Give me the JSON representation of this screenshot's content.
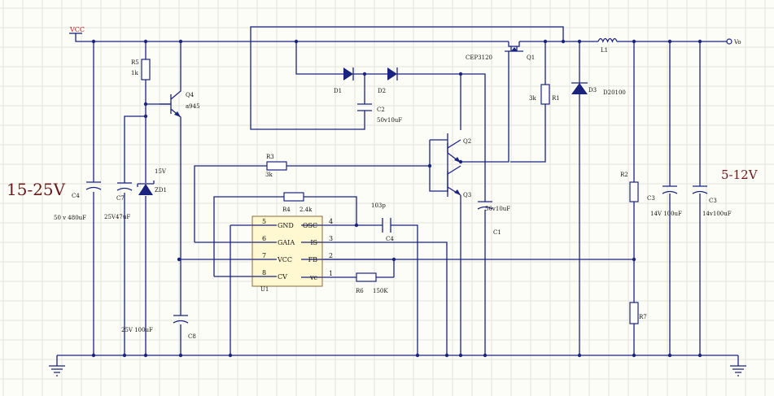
{
  "labels": {
    "vcc": "VCC",
    "vo": "Vo",
    "input_range": "15-25V",
    "output_range": "5-12V",
    "r5": "R5",
    "r5_val": "1k",
    "q4": "Q4",
    "q4_part": "a945",
    "zd1": "ZD1",
    "zd1_val": "15V",
    "c4": "C4",
    "c4_val": "50 v 480uF",
    "c7": "C7",
    "c7_val": "25V47uF",
    "c8": "C8",
    "c8_val": "25V 100uF",
    "d1": "D1",
    "d2": "D2",
    "c2": "C2",
    "c2_val": "50v10uF",
    "q1": "Q1",
    "q1_part": "CEP3120",
    "l1": "L1",
    "d3": "D3",
    "d3_part": "D20100",
    "r1": "R1",
    "r1_val": "3k",
    "q2": "Q2",
    "q3": "Q3",
    "r3": "R3",
    "r3_val": "3k",
    "r4": "R4",
    "r4_val": "2.4k",
    "c_103p_val": "103p",
    "c_osc": "C4",
    "c1": "C1",
    "c1_val": "50v10uF",
    "r6": "R6",
    "r6_val": "150K",
    "r2": "R2",
    "r7": "R7",
    "c3a": "C3",
    "c3a_val": "14V 100uF",
    "c3b": "C3",
    "c3b_val": "14v100uF",
    "u1": "U1"
  },
  "ic": {
    "pins_left": [
      {
        "num": "5",
        "name": "GND"
      },
      {
        "num": "6",
        "name": "GAIA"
      },
      {
        "num": "7",
        "name": "VCC"
      },
      {
        "num": "8",
        "name": "CV"
      }
    ],
    "pins_right": [
      {
        "num": "4",
        "name": "OSC"
      },
      {
        "num": "3",
        "name": "IS"
      },
      {
        "num": "2",
        "name": "FB"
      },
      {
        "num": "1",
        "name": "vc"
      }
    ]
  }
}
